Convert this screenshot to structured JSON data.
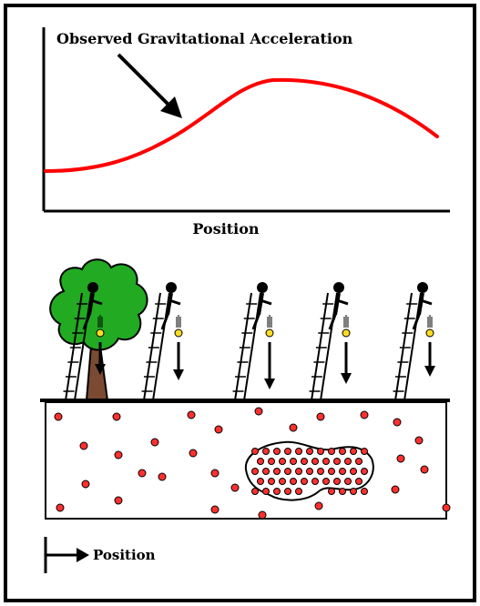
{
  "graph": {
    "curve_label": "Observed Gravitational Acceleration",
    "x_label": "Position",
    "curve_color": "#ff0000"
  },
  "scene": {
    "observers": 5,
    "tree_color": "#22aa22",
    "trunk_color": "#7a4a32",
    "dense_body_color": "#ffffff",
    "particle_color": "#ff3030",
    "falling_ball_color": "#ffdd22"
  },
  "footer": {
    "position_label": "Position"
  }
}
